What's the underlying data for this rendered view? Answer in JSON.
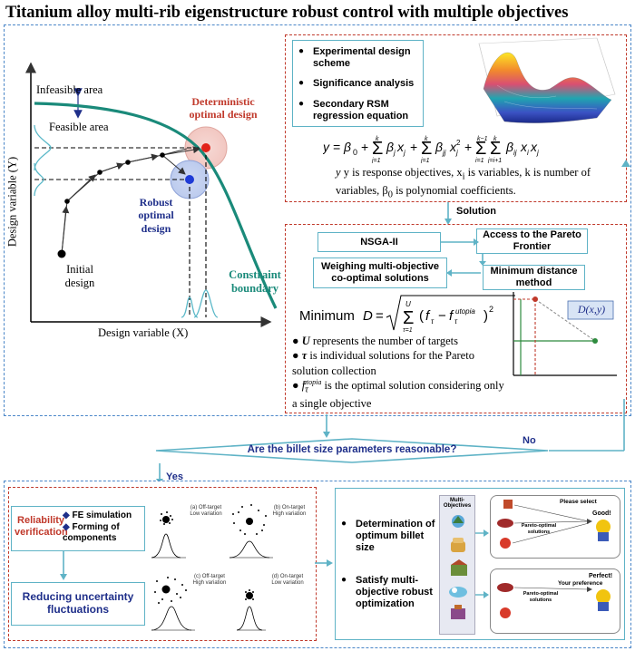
{
  "title": "Titanium alloy multi-rib eigenstructure robust control with multiple objectives",
  "design_plot": {
    "infeasible": "Infeasible area",
    "feasible": "Feasible area",
    "deterministic": [
      "Deterministic",
      "optimal design"
    ],
    "robust": [
      "Robust",
      "optimal",
      "design"
    ],
    "initial": [
      "Initial",
      "design"
    ],
    "constraint": [
      "Constraint",
      "boundary"
    ],
    "xlabel": "Design variable (X)",
    "ylabel": "Design variable (Y)"
  },
  "rsm": {
    "items": [
      "Experimental design scheme",
      "Significance analysis",
      "Secondary RSM regression equation"
    ],
    "desc_1": "y is response objectives, x",
    "desc_sub": "i",
    "desc_2": " is variables, k is number of",
    "desc_3": "variables, β",
    "desc_sub2": "0",
    "desc_4": " is polynomial coefficients."
  },
  "solution_label": "Solution",
  "nsga": {
    "nsga_box": "NSGA-II",
    "pareto_box": "Access to the Pareto Frontier",
    "weigh_box": "Weighing multi-objective co-optimal solutions",
    "mindist_box": "Minimum distance method",
    "formula_prefix": "Minimum",
    "D": "D",
    "dxy": "D(x,y)",
    "b1": " represents the number of targets",
    "b1_sym": "U",
    "b2_sym": "τ",
    "b2": "  is individual  solutions for the Pareto solution collection",
    "b3": " is the optimal solution considering only a single objective"
  },
  "decision": {
    "question": "Are the billet size parameters reasonable?",
    "no": "No",
    "yes": "Yes"
  },
  "reliability": {
    "label": "Reliability verification",
    "items": [
      "FE simulation",
      "Forming of components"
    ],
    "reduce": "Reducing uncertainty fluctuations",
    "scatter": [
      {
        "tag": "(a) Off-target",
        "sub": "Low variation"
      },
      {
        "tag": "(b) On-target",
        "sub": "High variation"
      },
      {
        "tag": "(c) Off-target",
        "sub": "High variation"
      },
      {
        "tag": "(d) On-target",
        "sub": "Low variation"
      }
    ]
  },
  "results": {
    "items": [
      "Determination of optimum billet size",
      "Satisfy multi-objective robust optimization"
    ],
    "multi": "Multi-Objectives",
    "please": "Please select",
    "good": "Good!",
    "pareto1": "Pareto-optimal solutions",
    "your_pref": "Your preference",
    "perfect": "Perfect!",
    "pareto2": "Pareto-optimal solutions"
  },
  "colors": {
    "teal": "#1a8a7a",
    "red": "#c0392b",
    "navy": "#1f2f8a",
    "blue_dash": "#4a86c8",
    "box_border": "#5fb3c6"
  }
}
